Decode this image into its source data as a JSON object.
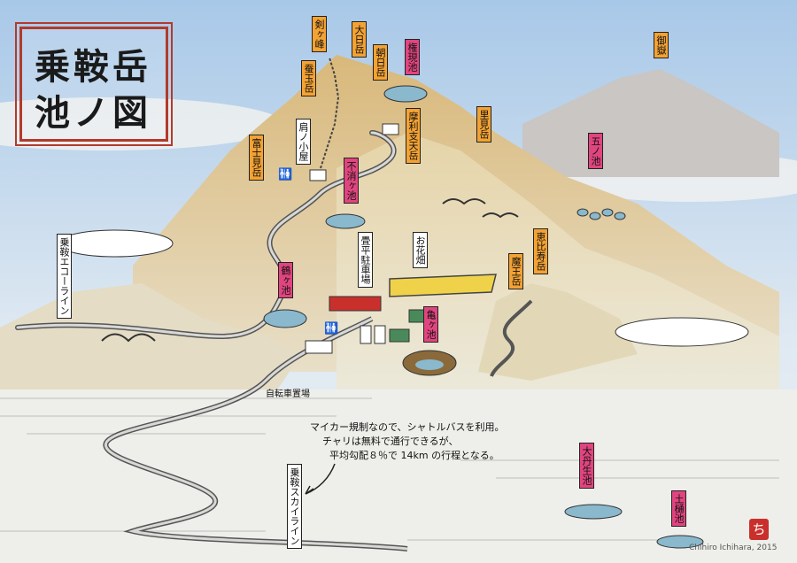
{
  "title": {
    "line1": "乗鞍岳",
    "line2": "池ノ図"
  },
  "labels": {
    "kengamine": "剣ヶ峰",
    "dainichidake": "大日岳",
    "asahidake": "朝日岳",
    "gongenike": "権現池",
    "bandamadake": "蚕玉岳",
    "fujimidake": "富士見岳",
    "katanokoya": "肩ノ小屋",
    "marishitenndake": "摩利支天岳",
    "satomidake": "里見岳",
    "goike": "五ノ池",
    "ontake": "御嶽",
    "kiezugaike": "不消ヶ池",
    "tatamidaira": "畳平駐車場",
    "ohanabatake": "お花畑",
    "tsurugaike": "鶴ヶ池",
    "kamegaike": "亀ヶ池",
    "ebisudake": "恵比寿岳",
    "maoudake": "魔王岳",
    "ecoline": "乗鞍エコーライン",
    "skyline": "乗鞍スカイライン",
    "ohnyuike": "大丹生池",
    "tsuchitoike": "土樋池",
    "bicycle_parking": "自転車置場"
  },
  "notes": {
    "line1": "マイカー規制なので、シャトルバスを利用。",
    "line2": "チャリは無料で通行できるが、",
    "line3": "平均勾配８％で 14km の行程となる。"
  },
  "credit": "Chihiro Ichihara, 2015",
  "seal": "ち",
  "icons": {
    "toilet": "🚻"
  }
}
